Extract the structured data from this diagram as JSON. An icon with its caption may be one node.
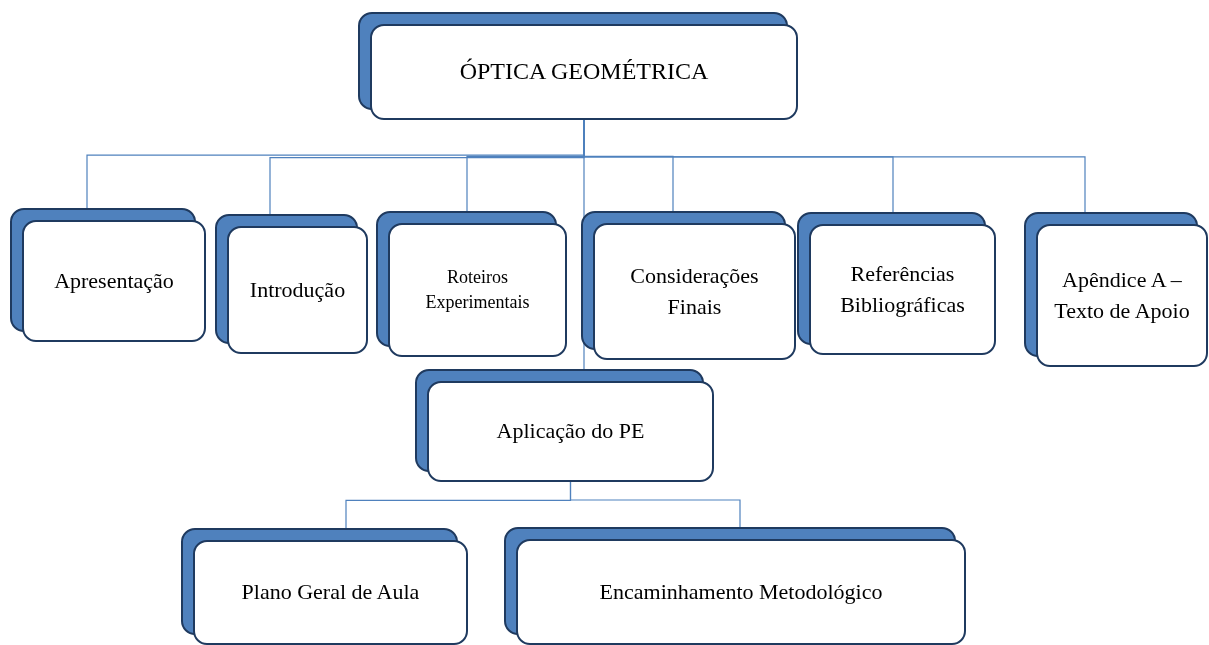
{
  "diagram": {
    "nodes": [
      {
        "text": [
          "ÓPTICA GEOMÉTRICA"
        ]
      },
      {
        "text": [
          "Apresentação"
        ]
      },
      {
        "text": [
          "Introdução"
        ]
      },
      {
        "text": [
          "Roteiros Experimentais"
        ]
      },
      {
        "text": [
          "Considerações Finais"
        ]
      },
      {
        "text": [
          "Referências Bibliográficas"
        ]
      },
      {
        "text": [
          "Apêndice A – Texto de Apoio"
        ]
      },
      {
        "text": [
          "Aplicação do PE"
        ]
      },
      {
        "text": [
          "Plano Geral de Aula"
        ]
      },
      {
        "text": [
          "Encaminhamento Metodológico"
        ]
      }
    ],
    "edges": [
      {
        "from": 0,
        "to": 1,
        "arrow": "none"
      },
      {
        "from": 0,
        "to": 2,
        "arrow": "none"
      },
      {
        "from": 0,
        "to": 3,
        "arrow": "none"
      },
      {
        "from": 0,
        "to": 4,
        "arrow": "none"
      },
      {
        "from": 0,
        "to": 5,
        "arrow": "none"
      },
      {
        "from": 0,
        "to": 6,
        "arrow": "none"
      },
      {
        "from": 0,
        "to": 7,
        "arrow": "none"
      },
      {
        "from": 7,
        "to": 8,
        "arrow": "none"
      },
      {
        "from": 7,
        "to": 9,
        "arrow": "none"
      }
    ]
  }
}
